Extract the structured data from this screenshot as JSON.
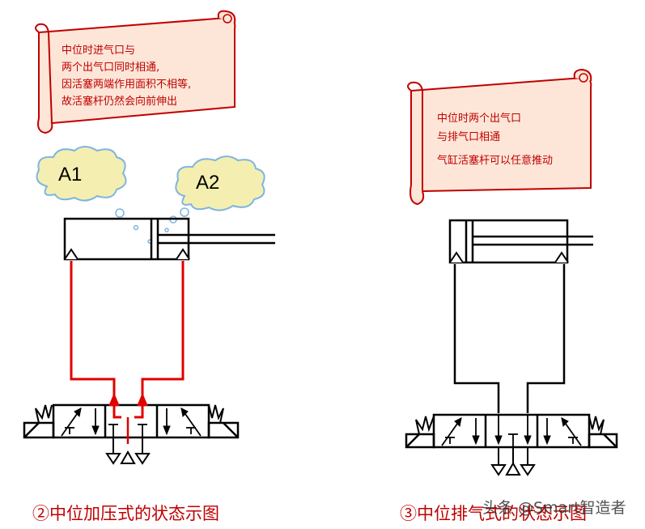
{
  "left_note": {
    "lines": [
      "中位时进气口与",
      "两个出气口同时相通,",
      "因活塞两端作用面积不相等,",
      "故活塞杆仍然会向前伸出"
    ]
  },
  "right_note": {
    "lines": [
      "中位时两个出气口",
      "与排气口相通",
      "气缸活塞杆可以任意推动"
    ]
  },
  "clouds": {
    "a1": "A1",
    "a2": "A2"
  },
  "captions": {
    "left": "②中位加压式的状态示图",
    "right": "③中位排气式的状态示图"
  },
  "watermark": "头条 @Smart智造者",
  "colors": {
    "scroll_fill": "#fde6d8",
    "scroll_border": "#c00000",
    "cloud_fill": "#f4efb0",
    "cloud_border": "#7fb4e0",
    "pressure_line": "#e00000",
    "caption": "#c00000"
  }
}
